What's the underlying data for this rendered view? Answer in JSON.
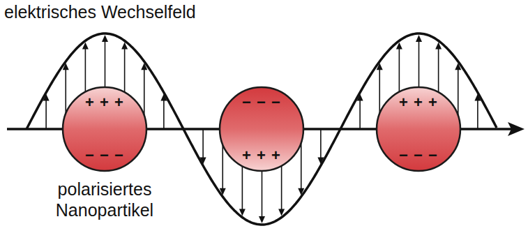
{
  "diagram": {
    "nodes": [
      {
        "text": [
          "+ + +",
          "− − −"
        ]
      },
      {
        "text": [
          "− − −",
          "+ + +"
        ]
      },
      {
        "text": [
          "+ + +",
          "− − −"
        ]
      }
    ],
    "labels": [
      "elektrisches Wechselfeld",
      "polarisiertes Nanopartikel"
    ]
  }
}
